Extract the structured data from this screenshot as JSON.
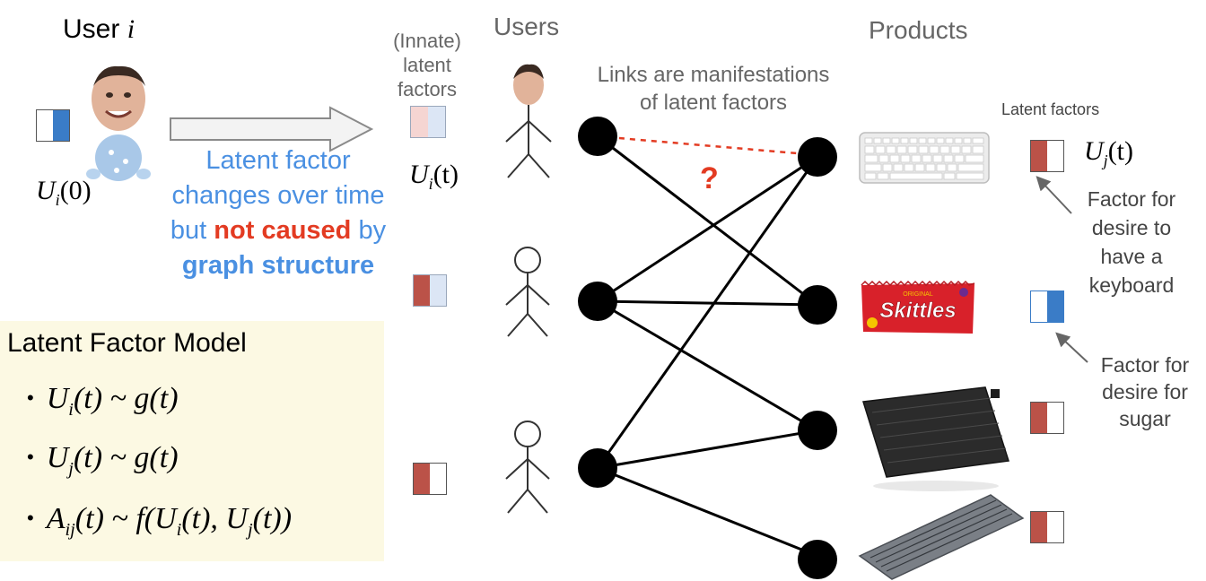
{
  "user_header": {
    "prefix": "User ",
    "var": "i"
  },
  "user_u0": {
    "var": "U",
    "sub": "i",
    "tail": "(0)"
  },
  "innate_label": {
    "line1": "(Innate)",
    "line2": "latent",
    "line3": "factors"
  },
  "innate_ut": {
    "var": "U",
    "sub": "i",
    "tail": "(t)"
  },
  "middle_text": {
    "line1": "Latent factor",
    "line2": "changes over time",
    "line3_pre": "but ",
    "line3_red": "not caused",
    "line3_post": " by",
    "line4": "graph structure"
  },
  "users_header": "Users",
  "products_header": "Products",
  "links_text": {
    "line1": "Links are manifestations",
    "line2": "of latent factors"
  },
  "question_mark": "?",
  "latent_factors_label": "Latent factors",
  "product_uj": {
    "var": "U",
    "sub": "j",
    "tail": "(t)"
  },
  "keyboard_annotation": [
    "Factor for",
    "desire to",
    "have a",
    "keyboard"
  ],
  "sugar_annotation": [
    "Factor for",
    "desire for",
    "sugar"
  ],
  "product_images": {
    "skittles_brand": "Skittles",
    "skittles_tag": "ORIGINAL"
  },
  "model": {
    "title": "Latent Factor Model",
    "bullet_char": "•",
    "b1": {
      "var": "U",
      "sub": "i",
      "rest": "(t) ~ g(t)"
    },
    "b2": {
      "var": "U",
      "sub": "j",
      "rest": "(t) ~ g(t)"
    },
    "b3": {
      "var": "A",
      "sub": "ij",
      "mid": "(t) ~ f(U",
      "sub2": "i",
      "mid2": "(t), U",
      "sub3": "j",
      "rest": "(t))"
    }
  },
  "colors": {
    "blue_factor": "#3a7cc7",
    "red_factor": "#bb5248",
    "pale_red": "#f5d5d2",
    "pale_blue": "#dce6f5",
    "accent_blue": "#4a90e2",
    "accent_red": "#e33b22",
    "model_bg": "#fcf9e3"
  }
}
